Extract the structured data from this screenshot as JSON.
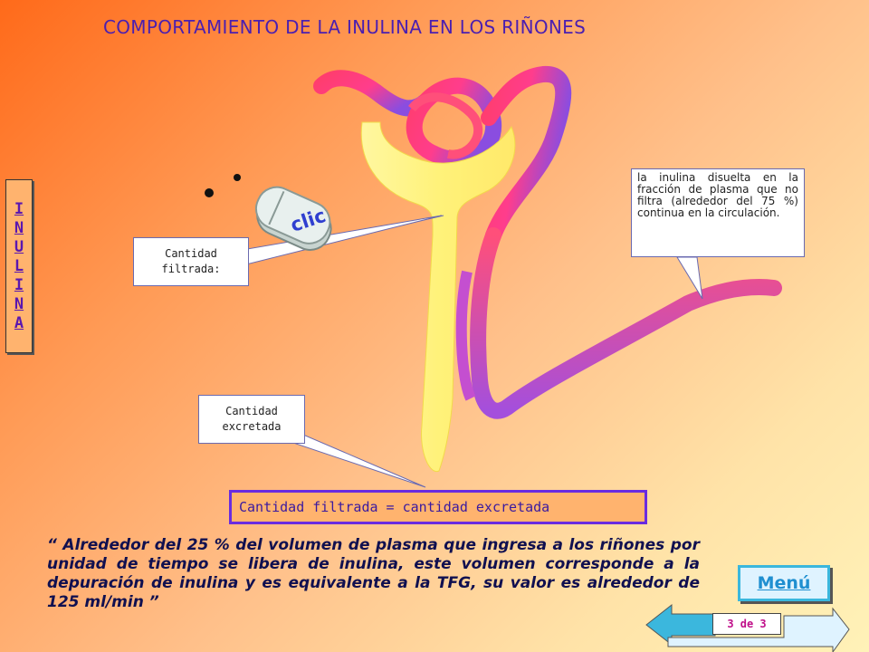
{
  "title": "COMPORTAMIENTO DE LA INULINA EN LOS RIÑONES",
  "side_tab": {
    "letters": [
      "I",
      "N",
      "U",
      "L",
      "I",
      "N",
      "A"
    ]
  },
  "callouts": {
    "filtrada": [
      "Cantidad",
      "filtrada:"
    ],
    "excretada": [
      "Cantidad",
      "excretada"
    ],
    "inulina": "la inulina disuelta en la fracción de plasma que no filtra (alrededor del 75 %) continua en la circulación."
  },
  "clic_label": "clic",
  "equation": "Cantidad filtrada = cantidad excretada",
  "quote": "“ Alrededor del 25 % del volumen de plasma que ingresa a los riñones por unidad de tiempo se libera de inulina, este volumen corresponde a la depuración de inulina y es equivalente a la TFG, su valor es alrededor de 125 ml/min ”",
  "nav": {
    "menu_label": "Menú",
    "page_label": "3 de 3"
  },
  "colors": {
    "title": "#4b1fb0",
    "vessel_start": "#ff3d6e",
    "vessel_end": "#8a4de0",
    "tubule": "#fff27a",
    "menu": "#1f8fd0",
    "page_text": "#c0108a"
  },
  "icons": {
    "mouse": "mouse-icon",
    "arrow_left": "arrow-left-icon",
    "arrow_right": "arrow-right-icon"
  }
}
